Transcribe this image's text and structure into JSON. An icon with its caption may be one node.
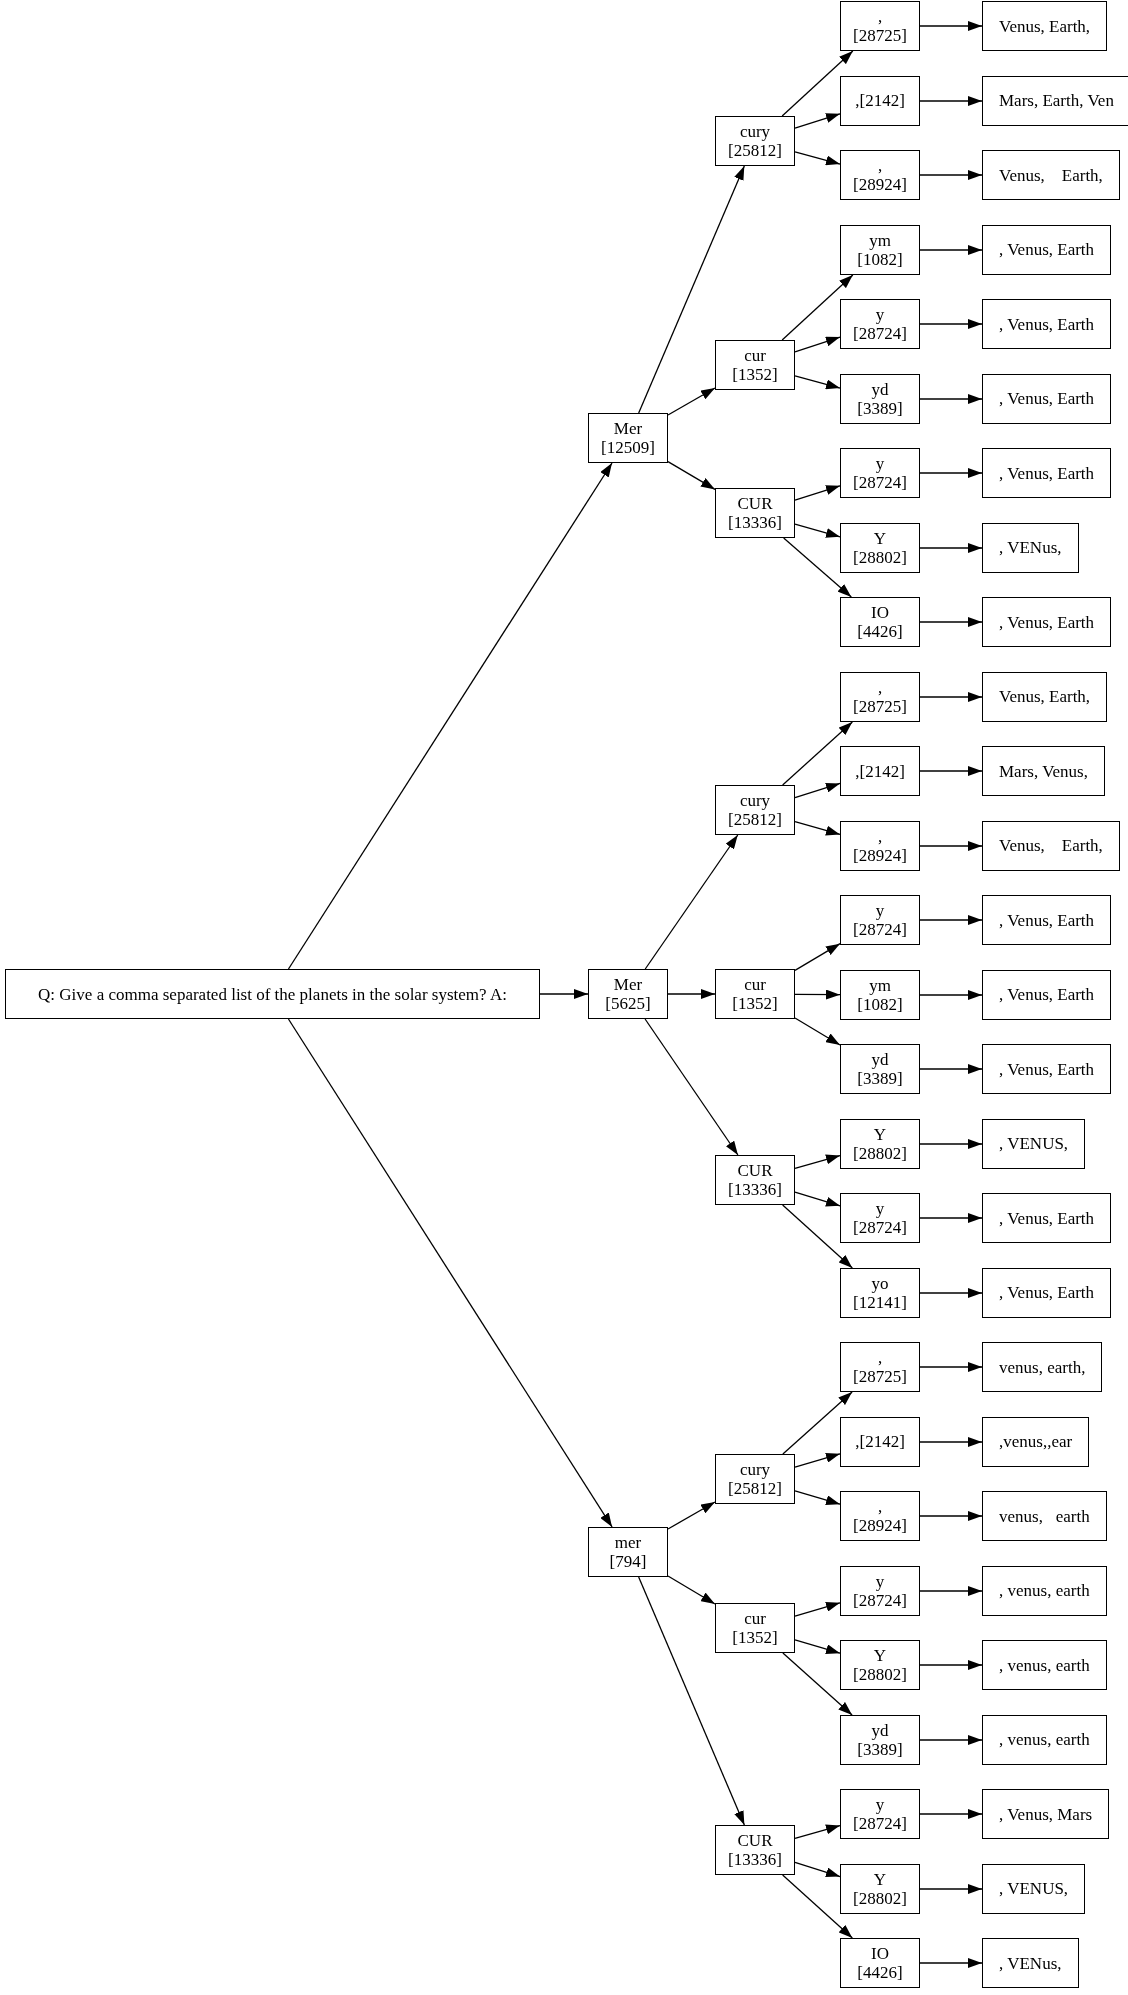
{
  "diagram": {
    "nodes": [
      {
        "text": [
          "Q: Give a comma separated list of the planets in the solar system? A:"
        ]
      },
      {
        "text": [
          "Mer",
          "[12509]"
        ]
      },
      {
        "text": [
          "cury",
          "[25812]"
        ]
      },
      {
        "text": [
          ",",
          "[28725]"
        ]
      },
      {
        "text": [
          "Venus, Earth,"
        ]
      },
      {
        "text": [
          ",[2142]"
        ]
      },
      {
        "text": [
          "Mars, Earth, Ven"
        ]
      },
      {
        "text": [
          ",",
          "[28924]"
        ]
      },
      {
        "text": [
          "Venus,    Earth,"
        ]
      },
      {
        "text": [
          "cur",
          "[1352]"
        ]
      },
      {
        "text": [
          "ym",
          "[1082]"
        ]
      },
      {
        "text": [
          ", Venus, Earth"
        ]
      },
      {
        "text": [
          "y",
          "[28724]"
        ]
      },
      {
        "text": [
          ", Venus, Earth"
        ]
      },
      {
        "text": [
          "yd",
          "[3389]"
        ]
      },
      {
        "text": [
          ", Venus, Earth"
        ]
      },
      {
        "text": [
          "CUR",
          "[13336]"
        ]
      },
      {
        "text": [
          "y",
          "[28724]"
        ]
      },
      {
        "text": [
          ", Venus, Earth"
        ]
      },
      {
        "text": [
          "Y",
          "[28802]"
        ]
      },
      {
        "text": [
          ", VENus,"
        ]
      },
      {
        "text": [
          "IO",
          "[4426]"
        ]
      },
      {
        "text": [
          ", Venus, Earth"
        ]
      },
      {
        "text": [
          "Mer",
          "[5625]"
        ]
      },
      {
        "text": [
          "cury",
          "[25812]"
        ]
      },
      {
        "text": [
          ",",
          "[28725]"
        ]
      },
      {
        "text": [
          "Venus, Earth,"
        ]
      },
      {
        "text": [
          ",[2142]"
        ]
      },
      {
        "text": [
          "Mars, Venus,"
        ]
      },
      {
        "text": [
          ",",
          "[28924]"
        ]
      },
      {
        "text": [
          "Venus,    Earth,"
        ]
      },
      {
        "text": [
          "cur",
          "[1352]"
        ]
      },
      {
        "text": [
          "y",
          "[28724]"
        ]
      },
      {
        "text": [
          ", Venus, Earth"
        ]
      },
      {
        "text": [
          "ym",
          "[1082]"
        ]
      },
      {
        "text": [
          ", Venus, Earth"
        ]
      },
      {
        "text": [
          "yd",
          "[3389]"
        ]
      },
      {
        "text": [
          ", Venus, Earth"
        ]
      },
      {
        "text": [
          "CUR",
          "[13336]"
        ]
      },
      {
        "text": [
          "Y",
          "[28802]"
        ]
      },
      {
        "text": [
          ", VENUS,"
        ]
      },
      {
        "text": [
          "y",
          "[28724]"
        ]
      },
      {
        "text": [
          ", Venus, Earth"
        ]
      },
      {
        "text": [
          "yo",
          "[12141]"
        ]
      },
      {
        "text": [
          ", Venus, Earth"
        ]
      },
      {
        "text": [
          "mer",
          "[794]"
        ]
      },
      {
        "text": [
          "cury",
          "[25812]"
        ]
      },
      {
        "text": [
          ",",
          "[28725]"
        ]
      },
      {
        "text": [
          "venus, earth,"
        ]
      },
      {
        "text": [
          ",[2142]"
        ]
      },
      {
        "text": [
          ",venus,,ear"
        ]
      },
      {
        "text": [
          ",",
          "[28924]"
        ]
      },
      {
        "text": [
          "venus,   earth"
        ]
      },
      {
        "text": [
          "cur",
          "[1352]"
        ]
      },
      {
        "text": [
          "y",
          "[28724]"
        ]
      },
      {
        "text": [
          ", venus, earth"
        ]
      },
      {
        "text": [
          "Y",
          "[28802]"
        ]
      },
      {
        "text": [
          ", venus, earth"
        ]
      },
      {
        "text": [
          "yd",
          "[3389]"
        ]
      },
      {
        "text": [
          ", venus, earth"
        ]
      },
      {
        "text": [
          "CUR",
          "[13336]"
        ]
      },
      {
        "text": [
          "y",
          "[28724]"
        ]
      },
      {
        "text": [
          ", Venus, Mars"
        ]
      },
      {
        "text": [
          "Y",
          "[28802]"
        ]
      },
      {
        "text": [
          ", VENUS,"
        ]
      },
      {
        "text": [
          "IO",
          "[4426]"
        ]
      },
      {
        "text": [
          ", VENus,"
        ]
      }
    ],
    "edges": [
      {
        "from": 0,
        "to": 1,
        "arrow": "to"
      },
      {
        "from": 0,
        "to": 23,
        "arrow": "to"
      },
      {
        "from": 0,
        "to": 45,
        "arrow": "to"
      },
      {
        "from": 1,
        "to": 2,
        "arrow": "to"
      },
      {
        "from": 2,
        "to": 3,
        "arrow": "to"
      },
      {
        "from": 3,
        "to": 4,
        "arrow": "to"
      },
      {
        "from": 2,
        "to": 5,
        "arrow": "to"
      },
      {
        "from": 5,
        "to": 6,
        "arrow": "to"
      },
      {
        "from": 2,
        "to": 7,
        "arrow": "to"
      },
      {
        "from": 7,
        "to": 8,
        "arrow": "to"
      },
      {
        "from": 1,
        "to": 9,
        "arrow": "to"
      },
      {
        "from": 9,
        "to": 10,
        "arrow": "to"
      },
      {
        "from": 10,
        "to": 11,
        "arrow": "to"
      },
      {
        "from": 9,
        "to": 12,
        "arrow": "to"
      },
      {
        "from": 12,
        "to": 13,
        "arrow": "to"
      },
      {
        "from": 9,
        "to": 14,
        "arrow": "to"
      },
      {
        "from": 14,
        "to": 15,
        "arrow": "to"
      },
      {
        "from": 1,
        "to": 16,
        "arrow": "to"
      },
      {
        "from": 16,
        "to": 17,
        "arrow": "to"
      },
      {
        "from": 17,
        "to": 18,
        "arrow": "to"
      },
      {
        "from": 16,
        "to": 19,
        "arrow": "to"
      },
      {
        "from": 19,
        "to": 20,
        "arrow": "to"
      },
      {
        "from": 16,
        "to": 21,
        "arrow": "to"
      },
      {
        "from": 21,
        "to": 22,
        "arrow": "to"
      },
      {
        "from": 23,
        "to": 24,
        "arrow": "to"
      },
      {
        "from": 24,
        "to": 25,
        "arrow": "to"
      },
      {
        "from": 25,
        "to": 26,
        "arrow": "to"
      },
      {
        "from": 24,
        "to": 27,
        "arrow": "to"
      },
      {
        "from": 27,
        "to": 28,
        "arrow": "to"
      },
      {
        "from": 24,
        "to": 29,
        "arrow": "to"
      },
      {
        "from": 29,
        "to": 30,
        "arrow": "to"
      },
      {
        "from": 23,
        "to": 31,
        "arrow": "to"
      },
      {
        "from": 31,
        "to": 32,
        "arrow": "to"
      },
      {
        "from": 32,
        "to": 33,
        "arrow": "to"
      },
      {
        "from": 31,
        "to": 34,
        "arrow": "to"
      },
      {
        "from": 34,
        "to": 35,
        "arrow": "to"
      },
      {
        "from": 31,
        "to": 36,
        "arrow": "to"
      },
      {
        "from": 36,
        "to": 37,
        "arrow": "to"
      },
      {
        "from": 23,
        "to": 38,
        "arrow": "to"
      },
      {
        "from": 38,
        "to": 39,
        "arrow": "to"
      },
      {
        "from": 39,
        "to": 40,
        "arrow": "to"
      },
      {
        "from": 38,
        "to": 41,
        "arrow": "to"
      },
      {
        "from": 41,
        "to": 42,
        "arrow": "to"
      },
      {
        "from": 38,
        "to": 43,
        "arrow": "to"
      },
      {
        "from": 43,
        "to": 44,
        "arrow": "to"
      },
      {
        "from": 45,
        "to": 46,
        "arrow": "to"
      },
      {
        "from": 46,
        "to": 47,
        "arrow": "to"
      },
      {
        "from": 47,
        "to": 48,
        "arrow": "to"
      },
      {
        "from": 46,
        "to": 49,
        "arrow": "to"
      },
      {
        "from": 49,
        "to": 50,
        "arrow": "to"
      },
      {
        "from": 46,
        "to": 51,
        "arrow": "to"
      },
      {
        "from": 51,
        "to": 52,
        "arrow": "to"
      },
      {
        "from": 45,
        "to": 53,
        "arrow": "to"
      },
      {
        "from": 53,
        "to": 54,
        "arrow": "to"
      },
      {
        "from": 54,
        "to": 55,
        "arrow": "to"
      },
      {
        "from": 53,
        "to": 56,
        "arrow": "to"
      },
      {
        "from": 56,
        "to": 57,
        "arrow": "to"
      },
      {
        "from": 53,
        "to": 58,
        "arrow": "to"
      },
      {
        "from": 58,
        "to": 59,
        "arrow": "to"
      },
      {
        "from": 45,
        "to": 60,
        "arrow": "to"
      },
      {
        "from": 60,
        "to": 61,
        "arrow": "to"
      },
      {
        "from": 61,
        "to": 62,
        "arrow": "to"
      },
      {
        "from": 60,
        "to": 63,
        "arrow": "to"
      },
      {
        "from": 63,
        "to": 64,
        "arrow": "to"
      },
      {
        "from": 60,
        "to": 65,
        "arrow": "to"
      },
      {
        "from": 65,
        "to": 66,
        "arrow": "to"
      }
    ]
  }
}
